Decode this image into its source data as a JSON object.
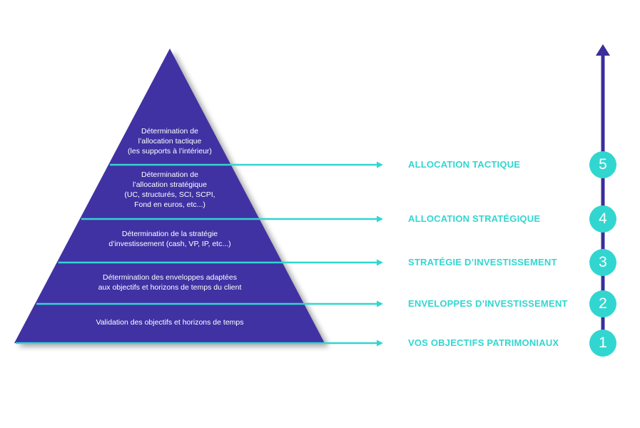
{
  "colors": {
    "pyramid": "#3f31a3",
    "accent": "#32d6d0",
    "axis": "#3a2d9c",
    "text_on_pyramid": "#ffffff"
  },
  "tiers": [
    {
      "text": "Détermination de\nl’allocation tactique\n(les supports à l’intérieur)",
      "label": "ALLOCATION TACTIQUE",
      "step": "5"
    },
    {
      "text": "Détermination de\nl’allocation stratégique\n(UC, structurés, SCI, SCPI,\nFond en euros, etc...)",
      "label": "ALLOCATION STRATÉGIQUE",
      "step": "4"
    },
    {
      "text": "Détermination de la stratégie\nd’investissement (cash, VP, IP, etc...)",
      "label": "STRATÉGIE D’INVESTISSEMENT",
      "step": "3"
    },
    {
      "text": "Détermination des enveloppes adaptées\naux objectifs et horizons de temps du client",
      "label": "ENVELOPPES D’INVESTISSEMENT",
      "step": "2"
    },
    {
      "text": "Validation des objectifs et horizons de temps",
      "label": "VOS OBJECTIFS PATRIMONIAUX",
      "step": "1"
    }
  ],
  "icons": {
    "axis_arrow": "arrow-up-icon",
    "connector": "arrow-right-icon"
  }
}
